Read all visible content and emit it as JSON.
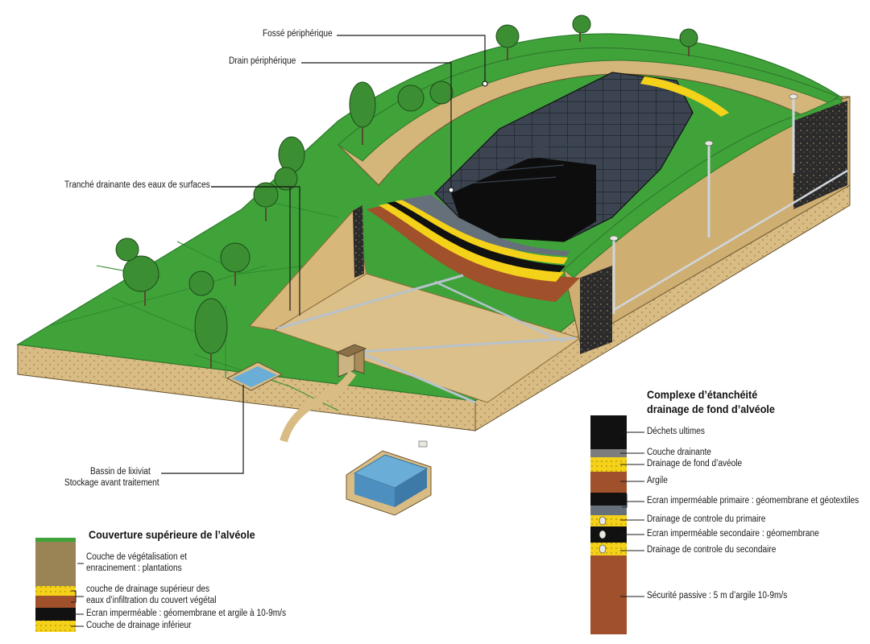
{
  "callouts": {
    "fosse": "Fossé périphérique",
    "drain": "Drain périphérique",
    "tranchee": "Tranché drainante des eaux de surfaces",
    "bassin_line1": "Bassin de lixiviat",
    "bassin_line2": "Stockage avant traitement"
  },
  "cover_legend": {
    "title": "Couverture supérieure de l’alvéole",
    "items": [
      "Couche de végétalisation et",
      "enracinement : plantations",
      "couche de drainage supérieur des",
      "eaux d’infiltration du couvert végétal",
      "Ecran imperméable : géomembrane et argile à 10-9m/s",
      "Couche de drainage inférieur"
    ]
  },
  "liner_legend": {
    "title_line1": "Complexe d’étanchéité",
    "title_line2": "drainage de fond d’alvéole",
    "items": [
      "Déchets ultimes",
      "Couche drainante",
      "Drainage de fond d’avéole",
      "Argile",
      "Ecran imperméable primaire : géomembrane et géotextiles",
      "Drainage de controle du primaire",
      "Ecran imperméable secondaire : géomembrane",
      "Drainage de controle du secondaire",
      "Sécurité passive : 5 m d’argile 10-9m/s"
    ]
  },
  "colors": {
    "grass": "#3fa33a",
    "grass_dark": "#2c7a2a",
    "soil": "#d8bc84",
    "clay": "#a0502a",
    "drain_yellow": "#f5d21a",
    "waste": "#111111",
    "membrane_grey": "#66707a",
    "water": "#6aaed8"
  }
}
